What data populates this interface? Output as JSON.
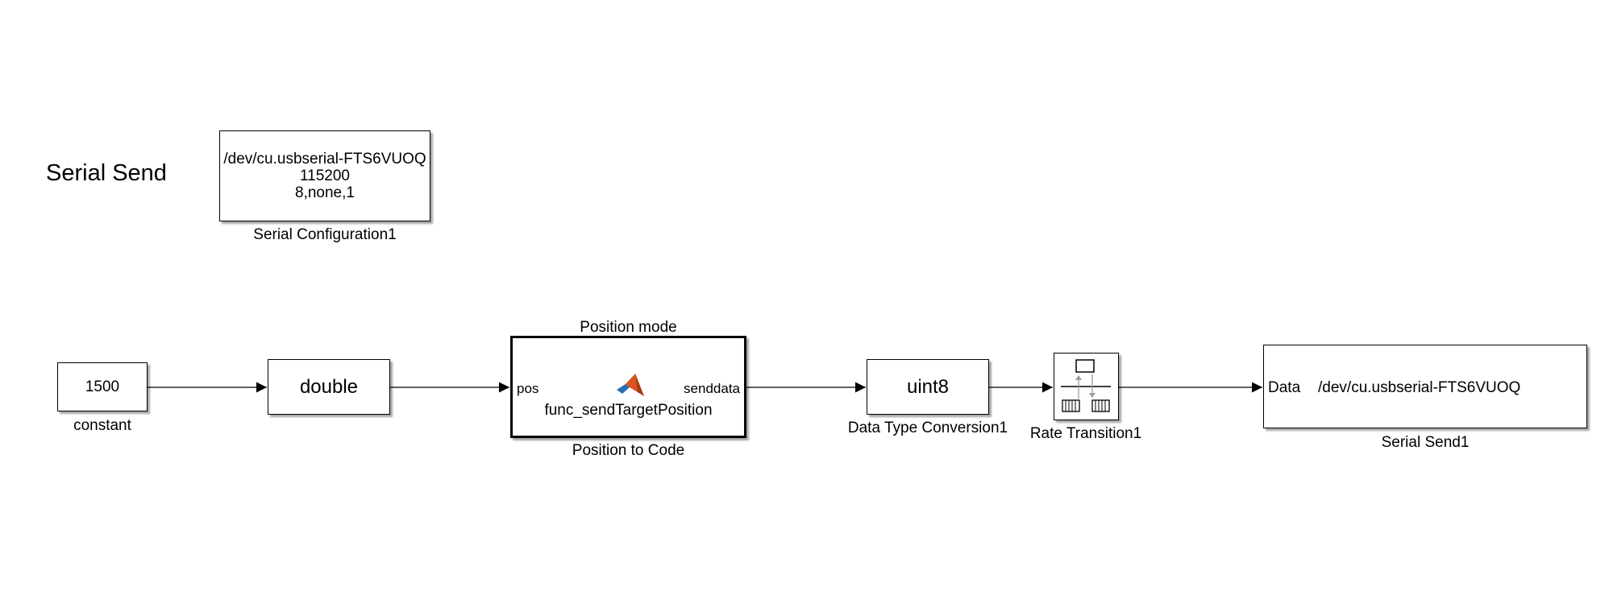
{
  "model_title": "Serial Send",
  "serial_config": {
    "port": "/dev/cu.usbserial-FTS6VUOQ",
    "baud": "115200",
    "format": "8,none,1",
    "name": "Serial Configuration1"
  },
  "constant": {
    "value": "1500",
    "name": "constant"
  },
  "double_block": {
    "text": "double"
  },
  "matlab_function": {
    "top_label": "Position mode",
    "input_port": "pos",
    "output_port": "senddata",
    "function_name": "func_sendTargetPosition",
    "name": "Position to Code",
    "icon": "matlab-logo-icon"
  },
  "data_type_conversion": {
    "text": "uint8",
    "name": "Data Type Conversion1"
  },
  "rate_transition": {
    "name": "Rate Transition1",
    "icon": "rate-transition-icon"
  },
  "serial_send": {
    "input_port": "Data",
    "port": "/dev/cu.usbserial-FTS6VUOQ",
    "name": "Serial Send1"
  },
  "colors": {
    "line": "#000000",
    "block_fill": "#ffffff",
    "matlab_orange": "#d9541e",
    "matlab_blue": "#2a6fb0"
  }
}
